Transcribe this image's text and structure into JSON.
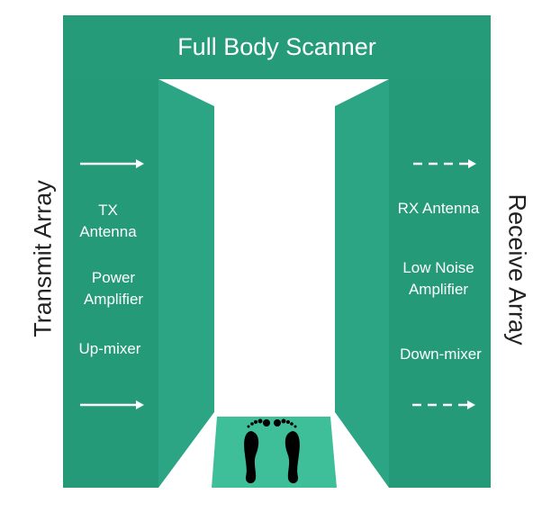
{
  "title": "Full Body Scanner",
  "transmit": {
    "side_label": "Transmit Array",
    "items": [
      "TX Antenna",
      "Power Amplifier",
      "Up-mixer"
    ]
  },
  "receive": {
    "side_label": "Receive Array",
    "items": [
      "RX Antenna",
      "Low Noise Amplifier",
      "Down-mixer"
    ]
  },
  "colors": {
    "column": "#249a78",
    "panel": "#2ba584",
    "mat": "#3fbf99",
    "feet": "#000000"
  }
}
